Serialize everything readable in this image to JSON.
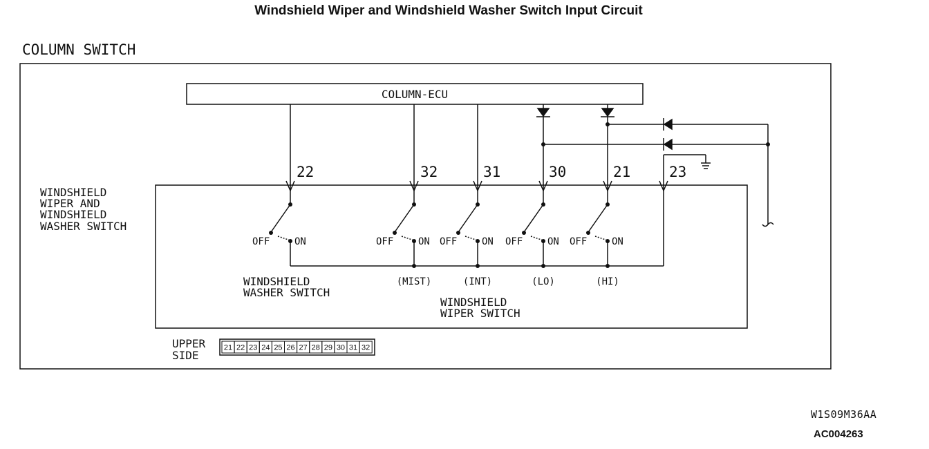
{
  "title": "Windshield Wiper and Windshield Washer Switch Input Circuit",
  "column_switch_label": "COLUMN SWITCH",
  "ecu_label": "COLUMN-ECU",
  "switch_assembly_label": [
    "WINDSHIELD",
    "WIPER AND",
    "WINDSHIELD",
    "WASHER SWITCH"
  ],
  "terminals": [
    "22",
    "32",
    "31",
    "30",
    "21",
    "23"
  ],
  "switches": [
    {
      "off": "OFF",
      "on": "ON",
      "label": ""
    },
    {
      "off": "OFF",
      "on": "ON",
      "label": "(MIST)"
    },
    {
      "off": "OFF",
      "on": "ON",
      "label": "(INT)"
    },
    {
      "off": "OFF",
      "on": "ON",
      "label": "(LO)"
    },
    {
      "off": "OFF",
      "on": "ON",
      "label": "(HI)"
    }
  ],
  "washer_switch_label": [
    "WINDSHIELD",
    "WASHER SWITCH"
  ],
  "wiper_switch_label": [
    "WINDSHIELD",
    "WIPER SWITCH"
  ],
  "connector": {
    "label": [
      "UPPER",
      "SIDE"
    ],
    "pins": [
      "21",
      "22",
      "23",
      "24",
      "25",
      "26",
      "27",
      "28",
      "29",
      "30",
      "31",
      "32"
    ]
  },
  "figure_code": "W1S09M36AA",
  "reference_code": "AC004263"
}
